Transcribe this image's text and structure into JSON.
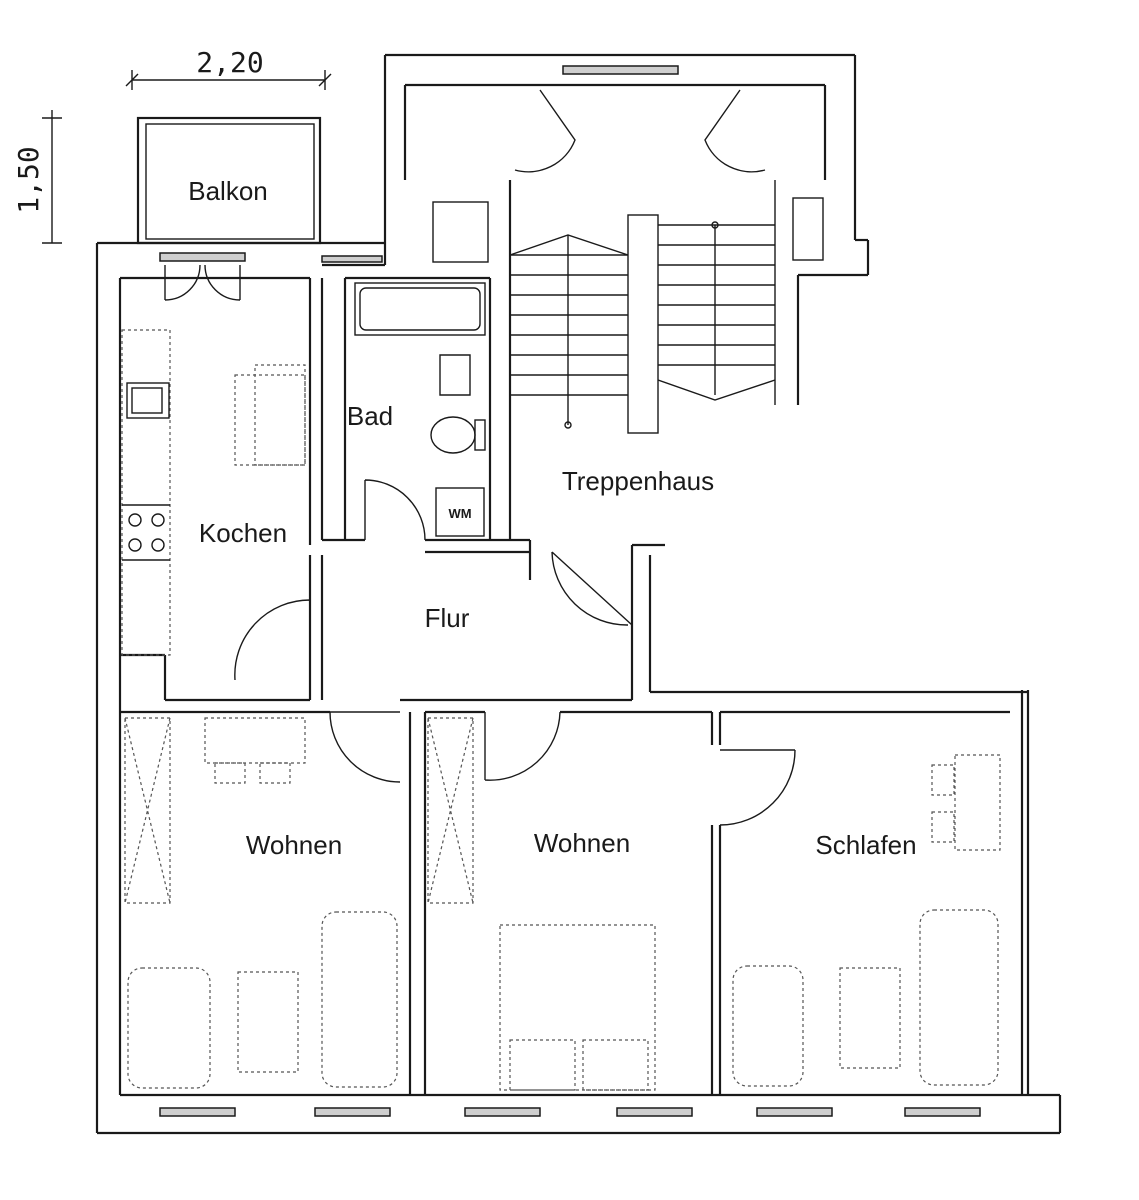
{
  "dimensions": {
    "balcony_width": "2,20",
    "balcony_depth": "1,50"
  },
  "rooms": {
    "balkon": "Balkon",
    "bad": "Bad",
    "treppenhaus": "Treppenhaus",
    "kochen": "Kochen",
    "flur": "Flur",
    "wohnen_left": "Wohnen",
    "wohnen_middle": "Wohnen",
    "schlafen": "Schlafen"
  },
  "fixtures": {
    "washing_machine": "WM"
  }
}
